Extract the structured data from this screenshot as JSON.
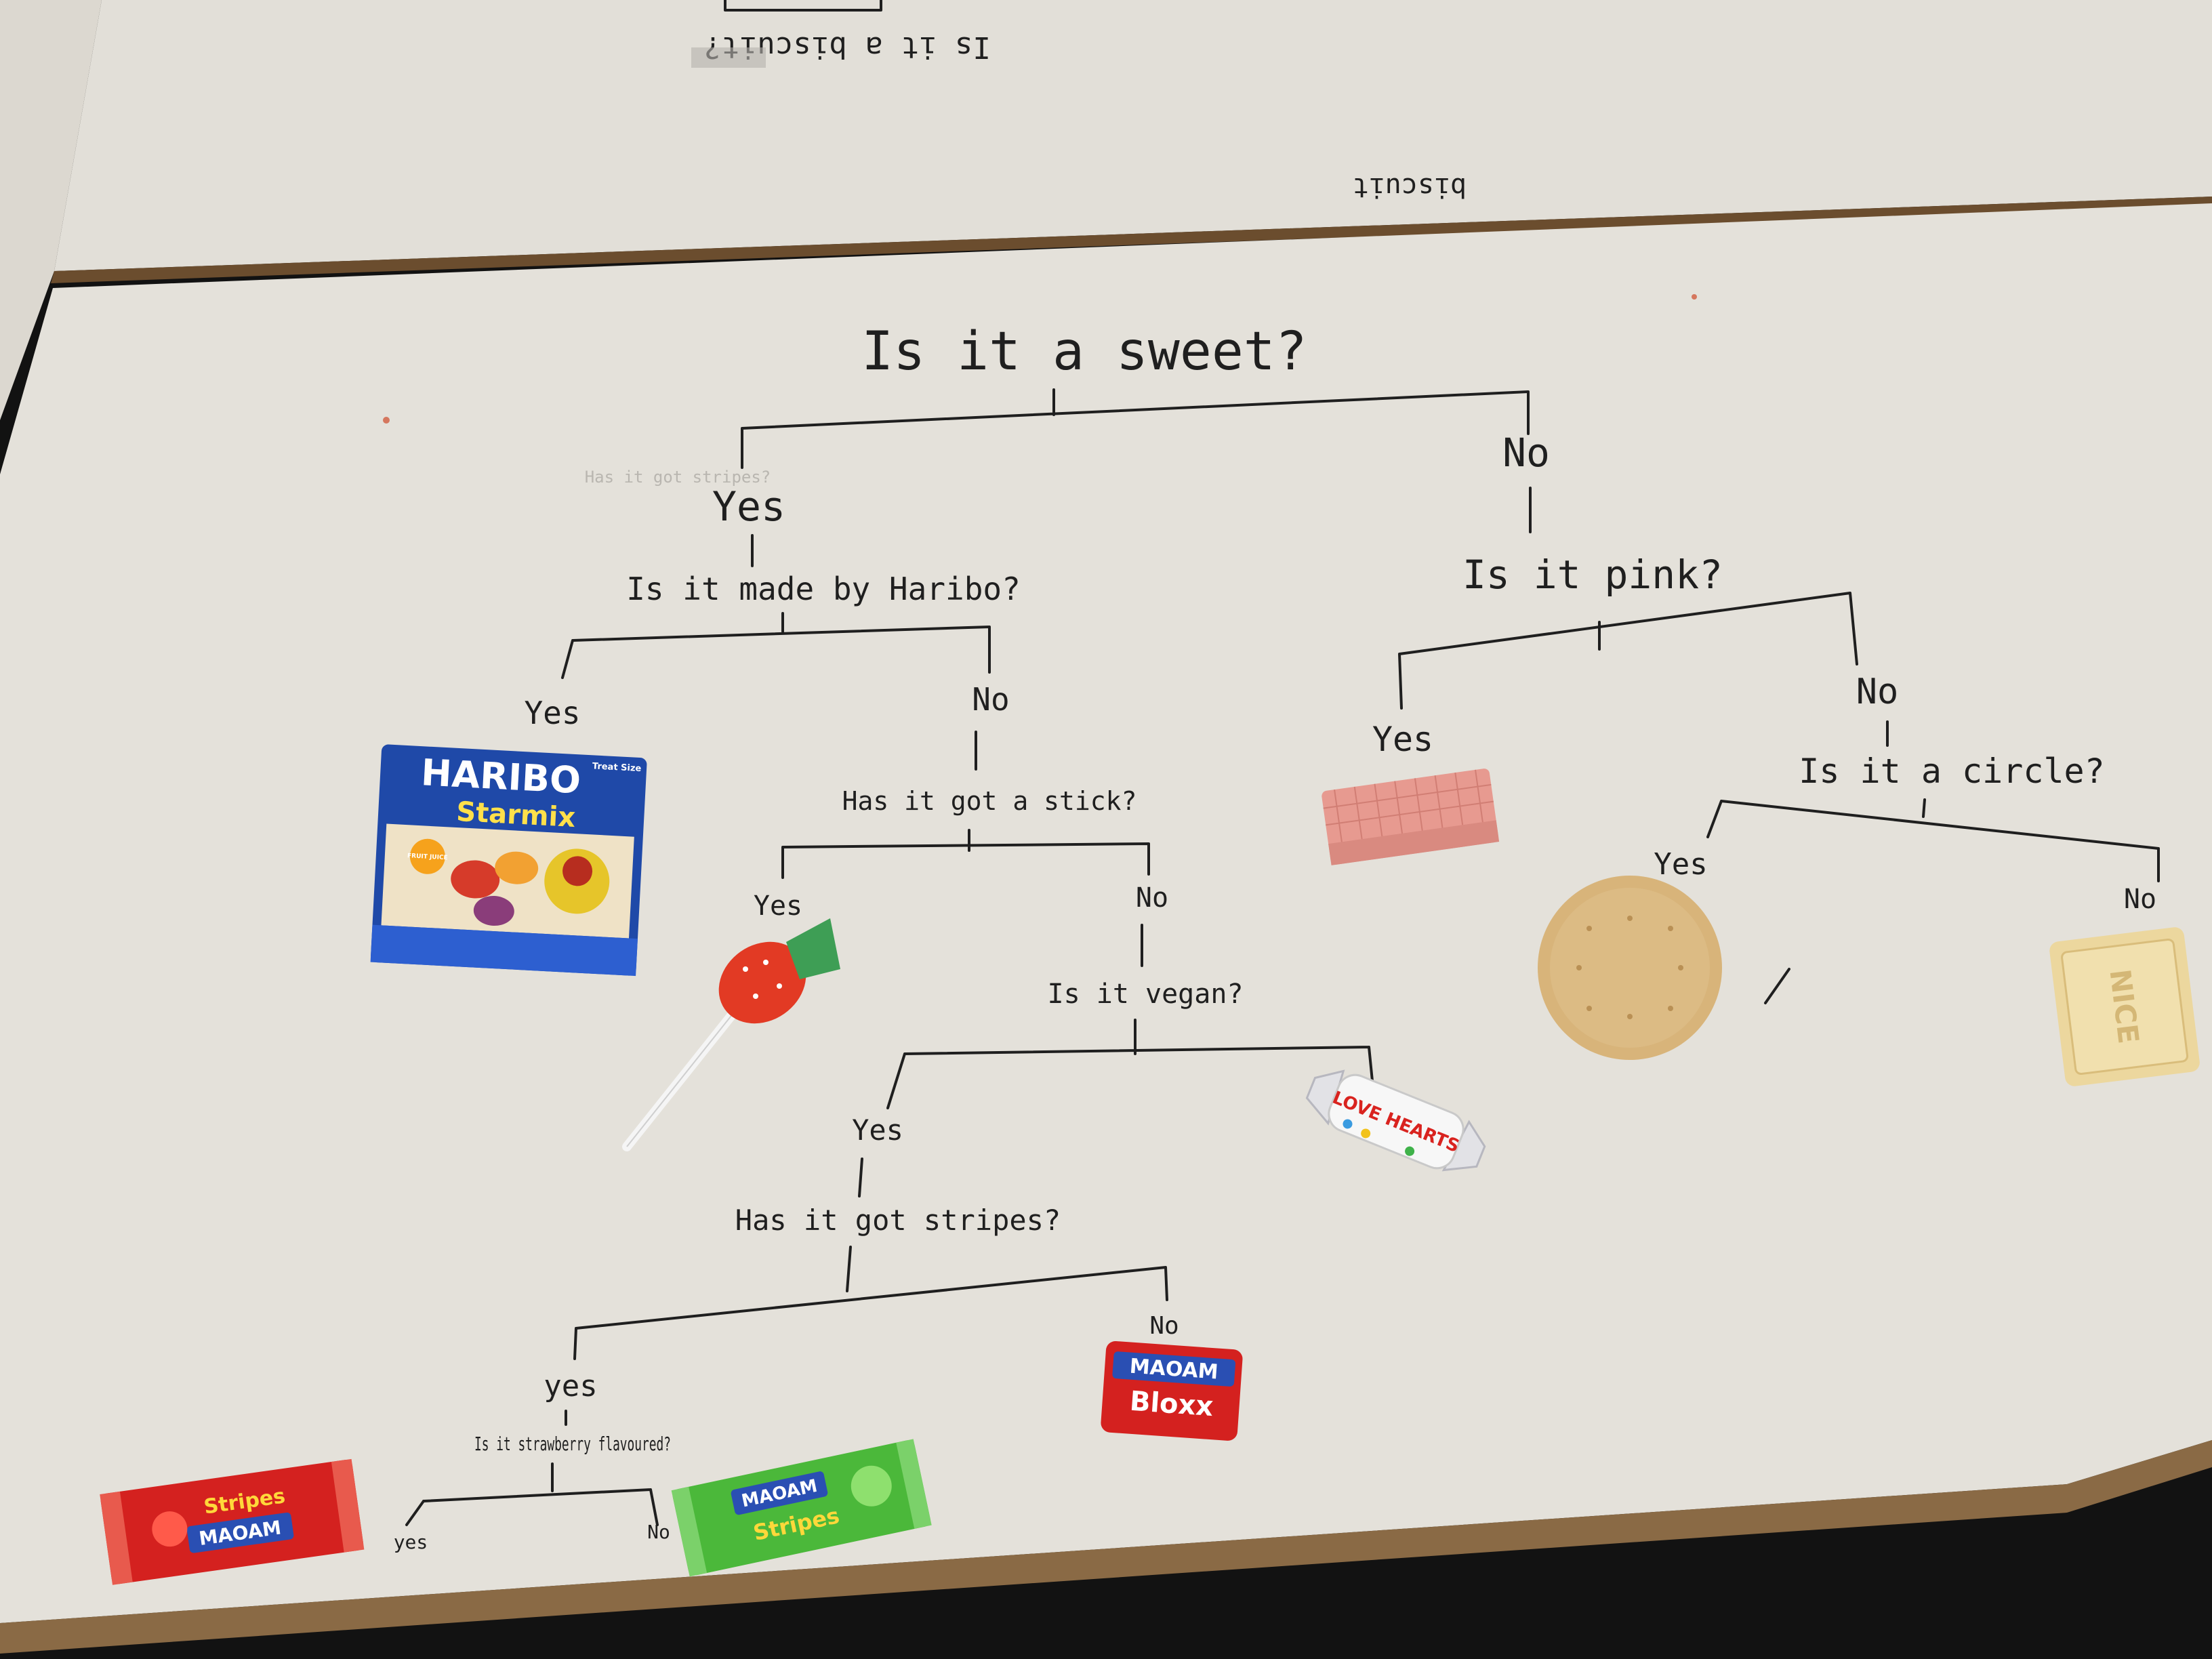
{
  "upper_board": {
    "question": "Is it a biscuit?",
    "label": "biscuit"
  },
  "flowchart": {
    "root": "Is it a sweet?",
    "yes_1": "Yes",
    "no_1": "No",
    "erased_note": "Has it got stripes?",
    "q_haribo": "Is it made by Haribo?",
    "haribo_yes": "Yes",
    "haribo_no": "No",
    "q_stick": "Has it got a stick?",
    "stick_yes": "Yes",
    "stick_no": "No",
    "q_vegan": "Is it vegan?",
    "vegan_yes": "Yes",
    "q_stripes": "Has it got stripes?",
    "stripes_yes": "yes",
    "stripes_no": "No",
    "q_strawberry": "Is it strawberry flavoured?",
    "straw_yes": "yes",
    "straw_no": "No",
    "q_pink": "Is it pink?",
    "pink_yes": "Yes",
    "pink_no": "No",
    "q_circle": "Is it a circle?",
    "circle_yes": "Yes",
    "circle_no": "No"
  },
  "items": {
    "haribo_brand": "HARIBO",
    "haribo_product": "Starmix",
    "haribo_treat": "Treat Size",
    "haribo_badge": "FRUIT JUICE",
    "hearts_text": "LOVE HEARTS",
    "maoam_brand": "MAOAM",
    "bloxx": "Bloxx",
    "stripes": "Stripes",
    "bourbon_text": "NICE"
  },
  "colors": {
    "board": "#e4e1da",
    "ink": "#1f1f1f",
    "edge": "#8a6a45",
    "haribo_blue": "#1f49a8",
    "maoam_red": "#d4211f",
    "maoam_green": "#4bb83a",
    "wafer_pink": "#e79a90",
    "biscuit": "#d8b47a"
  }
}
